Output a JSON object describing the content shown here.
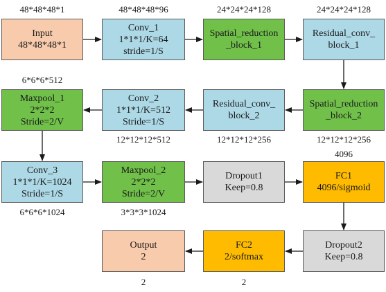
{
  "colors": {
    "orange_pale": "#F8CBAD",
    "blue_pale": "#ADD8E6",
    "green": "#70C04A",
    "grey": "#D9D9D9",
    "gold": "#FFBB00",
    "arrow": "#1a1a1a"
  },
  "blocks": [
    {
      "id": "input",
      "text": "Input\n48*48*48*1",
      "color": "orange_pale"
    },
    {
      "id": "conv1",
      "text": "Conv_1\n1*1*1/K=64\nstride=1/S",
      "color": "blue_pale"
    },
    {
      "id": "srb1",
      "text": "Spatial_reduction\n_block_1",
      "color": "green"
    },
    {
      "id": "rcb1",
      "text": "Residual_conv_\nblock_1",
      "color": "blue_pale"
    },
    {
      "id": "srb2",
      "text": "Spatial_reduction\n_block_2",
      "color": "green"
    },
    {
      "id": "rcb2",
      "text": "Residual_conv_\nblock_2",
      "color": "blue_pale"
    },
    {
      "id": "conv2",
      "text": "Conv_2\n1*1*1/K=512\nStride=1/S",
      "color": "blue_pale"
    },
    {
      "id": "maxpool1",
      "text": "Maxpool_1\n2*2*2\nStride=2/V",
      "color": "green"
    },
    {
      "id": "conv3",
      "text": "Conv_3\n1*1*1/K=1024\nStride=1/S",
      "color": "blue_pale"
    },
    {
      "id": "maxpool2",
      "text": "Maxpool_2\n2*2*2\nStride=2/V",
      "color": "green"
    },
    {
      "id": "dropout1",
      "text": "Dropout1\nKeep=0.8",
      "color": "grey"
    },
    {
      "id": "fc1",
      "text": "FC1\n4096/sigmoid",
      "color": "gold"
    },
    {
      "id": "dropout2",
      "text": "Dropout2\nKeep=0.8",
      "color": "grey"
    },
    {
      "id": "fc2",
      "text": "FC2\n2/softmax",
      "color": "gold"
    },
    {
      "id": "output",
      "text": "Output\n2",
      "color": "orange_pale"
    }
  ],
  "dims": [
    {
      "id": "input",
      "text": "48*48*48*1"
    },
    {
      "id": "conv1",
      "text": "48*48*48*96"
    },
    {
      "id": "srb1",
      "text": "24*24*24*128"
    },
    {
      "id": "rcb1",
      "text": "24*24*24*128"
    },
    {
      "id": "maxpool1",
      "text": "6*6*6*512"
    },
    {
      "id": "conv2",
      "text": "12*12*12*512"
    },
    {
      "id": "rcb2",
      "text": "12*12*12*256"
    },
    {
      "id": "srb2",
      "text": "12*12*12*256"
    },
    {
      "id": "fc1",
      "text": "4096"
    },
    {
      "id": "conv3",
      "text": "6*6*6*1024"
    },
    {
      "id": "maxpool2",
      "text": "3*3*3*1024"
    },
    {
      "id": "output",
      "text": "2"
    },
    {
      "id": "fc2",
      "text": "2"
    }
  ]
}
